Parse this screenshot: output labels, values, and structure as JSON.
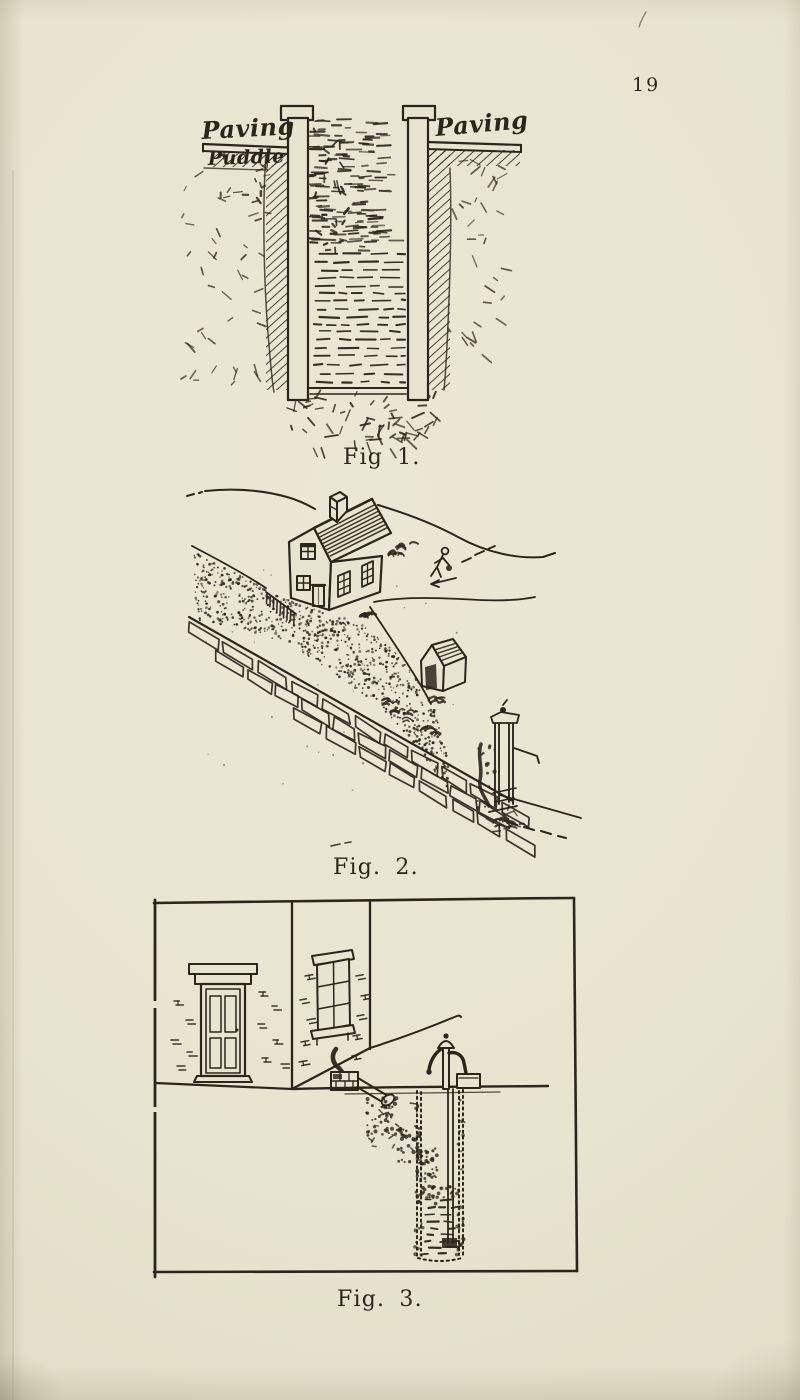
{
  "page": {
    "number": "19"
  },
  "colors": {
    "paper": "#e7e4d0",
    "ink": "#2b261c"
  },
  "figures": {
    "fig1": {
      "caption": "Fig 1.",
      "labels": {
        "paving_left": "Paving",
        "puddle": "Puddle",
        "paving_right": "Paving"
      }
    },
    "fig2": {
      "caption": "Fig. 2."
    },
    "fig3": {
      "caption": "Fig. 3."
    }
  }
}
